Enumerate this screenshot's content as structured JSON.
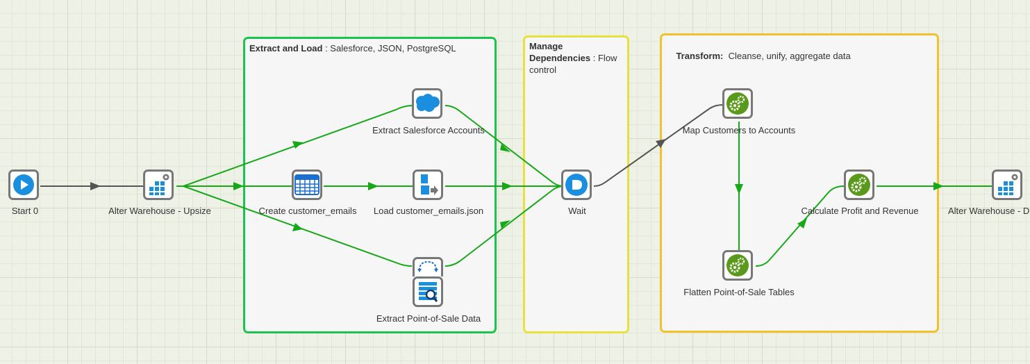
{
  "groups": {
    "extract": {
      "title": "Extract and Load",
      "subtitle": " : Salesforce, JSON, PostgreSQL"
    },
    "manage": {
      "title": "Manage Dependencies",
      "subtitle": " : Flow control"
    },
    "transform": {
      "title": "Transform:",
      "subtitle": "  Cleanse, unify, aggregate data"
    }
  },
  "nodes": {
    "start": "Start 0",
    "warehouse_up": "Alter Warehouse - Upsize",
    "create_emails": "Create customer_emails",
    "load_emails": "Load customer_emails.json",
    "salesforce": "Extract Salesforce Accounts",
    "pos": "Extract Point-of-Sale Data",
    "wait": "Wait",
    "map_customers": "Map Customers to Accounts",
    "flatten_pos": "Flatten Point-of-Sale Tables",
    "calc_profit": "Calculate Profit and Revenue",
    "warehouse_down": "Alter Warehouse - D"
  },
  "colors": {
    "extract_border": "#1dc34f",
    "manage_border": "#e6e13c",
    "transform_border": "#f2c12e",
    "edge_green": "#16a817",
    "edge_gray": "#555555",
    "icon_blue": "#1a8fe0",
    "icon_green": "#5a9a1a"
  },
  "icons": {
    "start": "play-icon",
    "warehouse": "warehouse-gear-icon",
    "table": "table-icon",
    "load": "load-cube-icon",
    "salesforce": "salesforce-cloud-icon",
    "sql": "sql-query-icon",
    "wait": "wait-icon",
    "transform": "gears-icon"
  }
}
